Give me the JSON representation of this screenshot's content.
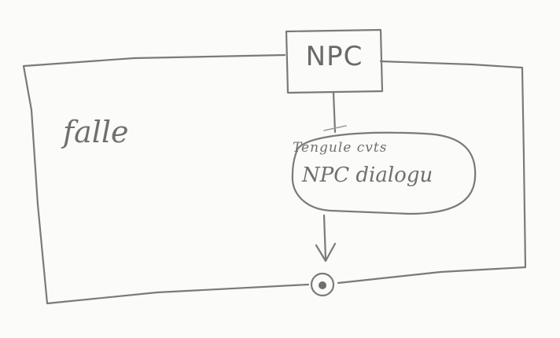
{
  "diagram": {
    "region": {
      "label": "falle"
    },
    "node": {
      "label": "NPC"
    },
    "action": {
      "line1": "Tengule cvts",
      "line2": "NPC dialogu"
    },
    "colors": {
      "stroke": "#7a7a7a",
      "paper": "#fbfbf9"
    }
  }
}
